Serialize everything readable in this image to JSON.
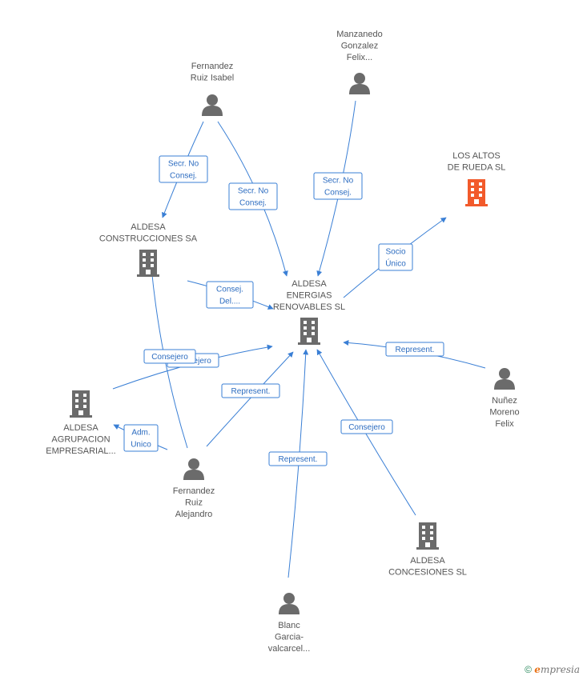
{
  "colors": {
    "edge": "#3a7fd5",
    "company": "#6b6b6b",
    "company_focus": "#f25a2b",
    "person": "#6b6b6b"
  },
  "nodes": {
    "manzanedo": {
      "type": "person",
      "label": [
        "Manzanedo",
        "Gonzalez",
        "Felix..."
      ]
    },
    "fernandez_isabel": {
      "type": "person",
      "label": [
        "Fernandez",
        "Ruiz Isabel"
      ]
    },
    "los_altos": {
      "type": "company_focus",
      "label": [
        "LOS ALTOS",
        "DE RUEDA SL"
      ]
    },
    "aldesa_construcciones": {
      "type": "company",
      "label": [
        "ALDESA",
        "CONSTRUCCIONES SA"
      ]
    },
    "aldesa_energias": {
      "type": "company",
      "label": [
        "ALDESA",
        "ENERGIAS",
        "RENOVABLES SL"
      ]
    },
    "aldesa_agrupacion": {
      "type": "company",
      "label": [
        "ALDESA",
        "AGRUPACION",
        "EMPRESARIAL..."
      ]
    },
    "nunez": {
      "type": "person",
      "label": [
        "Nuñez",
        "Moreno",
        "Felix"
      ]
    },
    "fernandez_alejandro": {
      "type": "person",
      "label": [
        "Fernandez",
        "Ruiz",
        "Alejandro"
      ]
    },
    "aldesa_concesiones": {
      "type": "company",
      "label": [
        "ALDESA",
        "CONCESIONES SL"
      ]
    },
    "blanc": {
      "type": "person",
      "label": [
        "Blanc",
        "Garcia-",
        "valcarcel..."
      ]
    }
  },
  "edges": [
    {
      "from": "fernandez_isabel",
      "to": "aldesa_construcciones",
      "label": [
        "Secr.  No",
        "Consej."
      ]
    },
    {
      "from": "fernandez_isabel",
      "to": "aldesa_energias",
      "label": [
        "Secr.  No",
        "Consej."
      ]
    },
    {
      "from": "manzanedo",
      "to": "aldesa_energias",
      "label": [
        "Secr.  No",
        "Consej."
      ]
    },
    {
      "from": "aldesa_energias",
      "to": "los_altos",
      "label": [
        "Socio",
        "Único"
      ]
    },
    {
      "from": "aldesa_construcciones",
      "to": "aldesa_energias",
      "label": [
        "Consej.",
        "Del...."
      ]
    },
    {
      "from": "aldesa_agrupacion",
      "to": "aldesa_energias",
      "label": [
        "Consejero"
      ]
    },
    {
      "from": "fernandez_alejandro",
      "to": "aldesa_construcciones",
      "label": [
        "Consejero"
      ]
    },
    {
      "from": "fernandez_alejandro",
      "to": "aldesa_energias",
      "label": [
        "Represent."
      ]
    },
    {
      "from": "fernandez_alejandro",
      "to": "aldesa_agrupacion",
      "label": [
        "Adm.",
        "Unico"
      ]
    },
    {
      "from": "nunez",
      "to": "aldesa_energias",
      "label": [
        "Represent."
      ]
    },
    {
      "from": "aldesa_concesiones",
      "to": "aldesa_energias",
      "label": [
        "Consejero"
      ]
    },
    {
      "from": "blanc",
      "to": "aldesa_energias",
      "label": [
        "Represent."
      ]
    }
  ],
  "footer": {
    "copyright_symbol": "©",
    "brand_initial": "e",
    "brand_rest": "mpresia"
  }
}
